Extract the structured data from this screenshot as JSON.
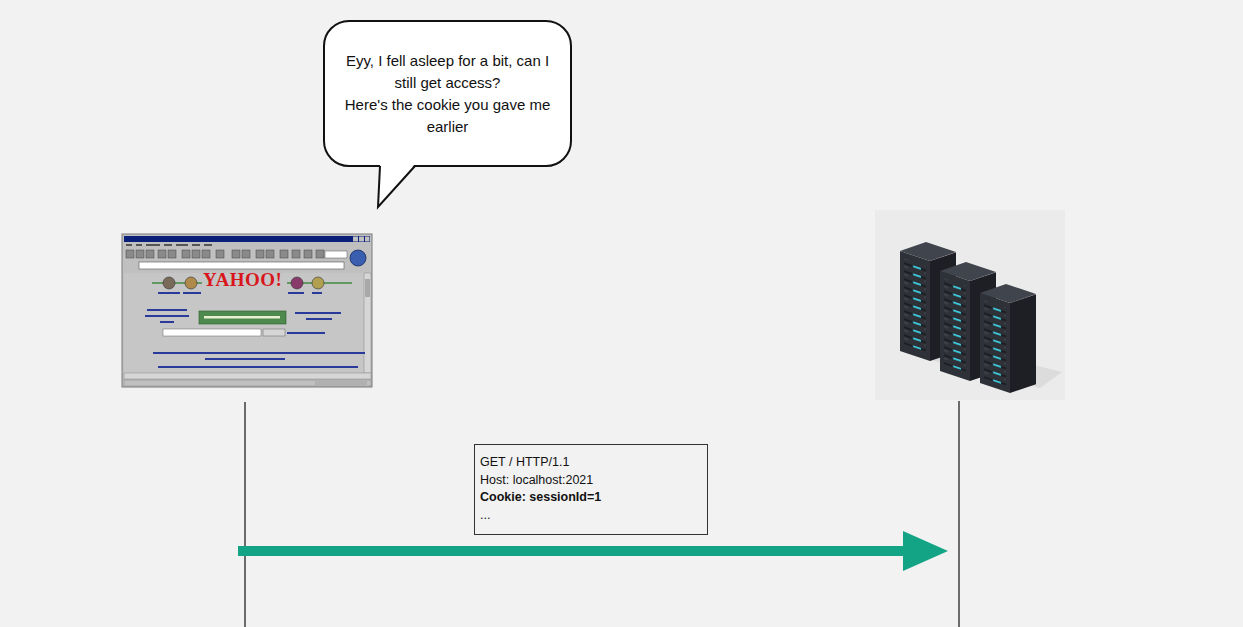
{
  "diagram": {
    "nodes": [
      {
        "text": [
          "Eyy, I fell asleep for a bit, can I still get access?",
          "Here's the cookie you gave me earlier"
        ]
      },
      {
        "text": [
          "GET / HTTP/1.1",
          "Host: localhost:2021",
          "Cookie: sessionId=1",
          "..."
        ]
      }
    ],
    "labels": [
      "YAHOO!"
    ]
  }
}
